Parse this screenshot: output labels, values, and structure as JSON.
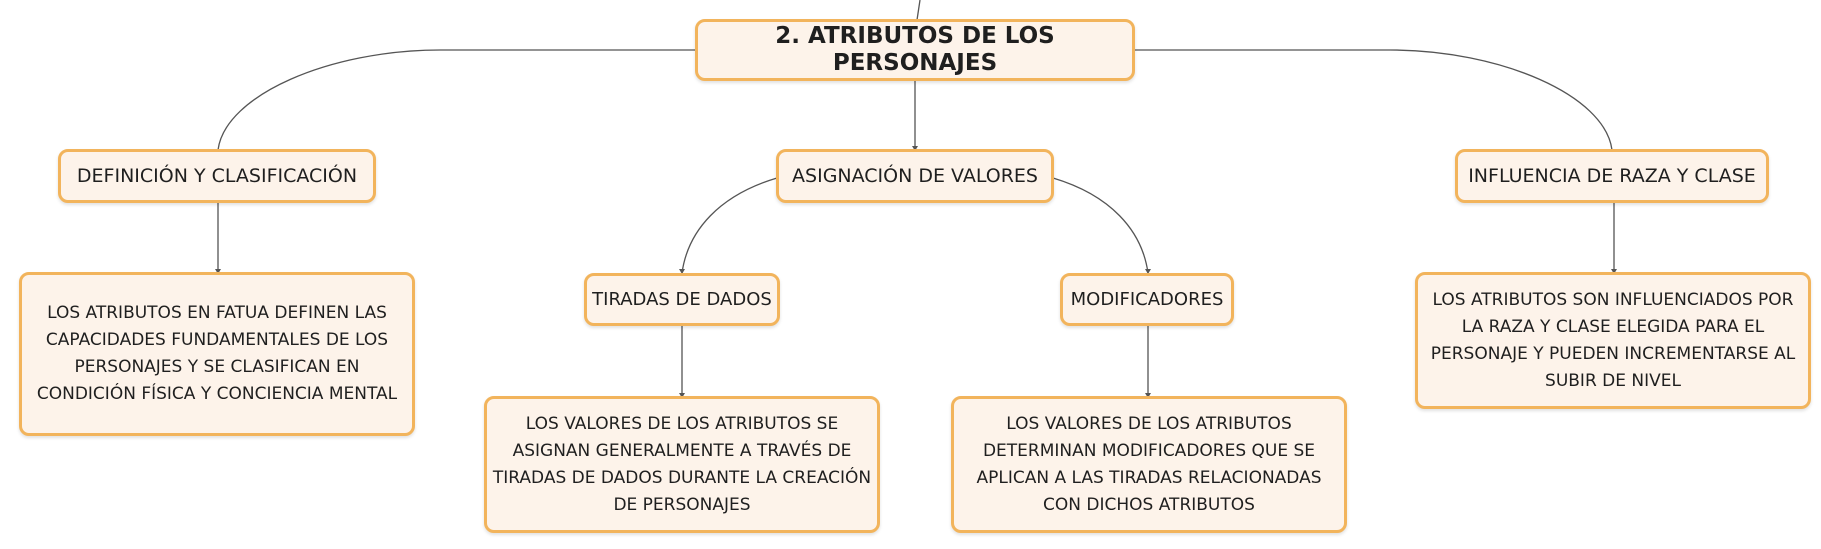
{
  "root": {
    "label": "2. ATRIBUTOS DE LOS PERSONAJES"
  },
  "branches": [
    {
      "label": "DEFINICIÓN Y CLASIFICACIÓN",
      "detail": "LOS ATRIBUTOS EN FATUA DEFINEN LAS CAPACIDADES FUNDAMENTALES DE LOS PERSONAJES Y SE CLASIFICAN EN CONDICIÓN FÍSICA Y CONCIENCIA MENTAL"
    },
    {
      "label": "ASIGNACIÓN DE VALORES",
      "children": [
        {
          "label": "TIRADAS DE DADOS",
          "detail": "LOS VALORES DE LOS ATRIBUTOS SE ASIGNAN GENERALMENTE A TRAVÉS DE TIRADAS DE DADOS DURANTE LA CREACIÓN DE PERSONAJES"
        },
        {
          "label": "MODIFICADORES",
          "detail": "LOS VALORES DE LOS ATRIBUTOS DETERMINAN MODIFICADORES QUE SE APLICAN A LAS TIRADAS RELACIONADAS CON DICHOS ATRIBUTOS"
        }
      ]
    },
    {
      "label": "INFLUENCIA DE RAZA Y CLASE",
      "detail": "LOS ATRIBUTOS SON INFLUENCIADOS POR LA RAZA Y CLASE ELEGIDA PARA EL PERSONAJE Y PUEDEN INCREMENTARSE AL SUBIR DE NIVEL"
    }
  ],
  "colors": {
    "node_fill": "#fdf3ea",
    "node_border": "#f2b45c",
    "connector": "#555555",
    "text": "#1f1f1f"
  }
}
